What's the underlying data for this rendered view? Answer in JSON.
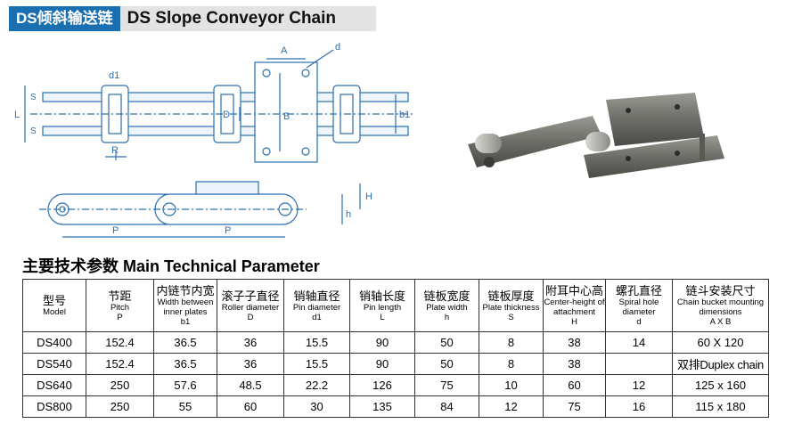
{
  "header": {
    "title_cn": "DS倾斜输送链",
    "title_en": "DS Slope Conveyor Chain"
  },
  "drawing": {
    "labels": [
      "A",
      "d",
      "d1",
      "S",
      "S",
      "L",
      "D",
      "B",
      "b1",
      "R",
      "H",
      "h",
      "P",
      "P"
    ]
  },
  "section": {
    "title": "主要技术参数 Main Technical Parameter"
  },
  "table": {
    "headers": [
      {
        "cn": "型号",
        "en": "",
        "sym": "Model"
      },
      {
        "cn": "节距",
        "en": "Pitch",
        "sym": "P"
      },
      {
        "cn": "内链节内宽",
        "en": "Width between inner plates",
        "sym": "b1"
      },
      {
        "cn": "滚子子直径",
        "en": "Roller diameter",
        "sym": "D"
      },
      {
        "cn": "销轴直径",
        "en": "Pin diameter",
        "sym": "d1"
      },
      {
        "cn": "销轴长度",
        "en": "Pin length",
        "sym": "L"
      },
      {
        "cn": "链板宽度",
        "en": "Plate width",
        "sym": "h"
      },
      {
        "cn": "链板厚度",
        "en": "Plate thickness",
        "sym": "S"
      },
      {
        "cn": "附耳中心高",
        "en": "Center-height of attachment",
        "sym": "H"
      },
      {
        "cn": "螺孔直径",
        "en": "Spiral hole diameter",
        "sym": "d"
      },
      {
        "cn": "链斗安装尺寸",
        "en": "Chain bucket mounting dimensions",
        "sym": "A X B"
      }
    ],
    "rows": [
      [
        "DS400",
        "152.4",
        "36.5",
        "36",
        "15.5",
        "90",
        "50",
        "8",
        "38",
        "14",
        "60 X 120"
      ],
      [
        "DS540",
        "152.4",
        "36.5",
        "36",
        "15.5",
        "90",
        "50",
        "8",
        "38",
        "",
        "双排Duplex chain"
      ],
      [
        "DS640",
        "250",
        "57.6",
        "48.5",
        "22.2",
        "126",
        "75",
        "10",
        "60",
        "12",
        "125 x 160"
      ],
      [
        "DS800",
        "250",
        "55",
        "60",
        "30",
        "135",
        "84",
        "12",
        "75",
        "16",
        "115 x 180"
      ]
    ]
  }
}
